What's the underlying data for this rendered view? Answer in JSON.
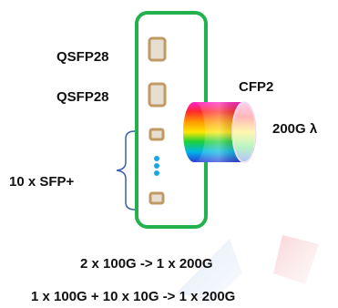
{
  "labels": {
    "qsfp28_top": "QSFP28",
    "qsfp28_bottom": "QSFP28",
    "sfp_group": "10 x SFP+",
    "cfp2": "CFP2",
    "wavelength": "200G λ"
  },
  "equations": [
    "2 x 100G -> 1 x 200G",
    "1 x 100G + 10 x 10G -> 1 x 200G"
  ],
  "colors": {
    "module_border": "#22b14c",
    "port_fill": "#e7ddd0",
    "port_border": "#c09a63",
    "dots": "#1aa7e8",
    "brace": "#3a5fa8",
    "watermark_blue": "#9fbde8",
    "watermark_red": "#f0a0a6"
  },
  "icons": {
    "dots": "vertical-ellipsis",
    "brace": "curly-brace-left",
    "cable": "rainbow-cylinder"
  }
}
